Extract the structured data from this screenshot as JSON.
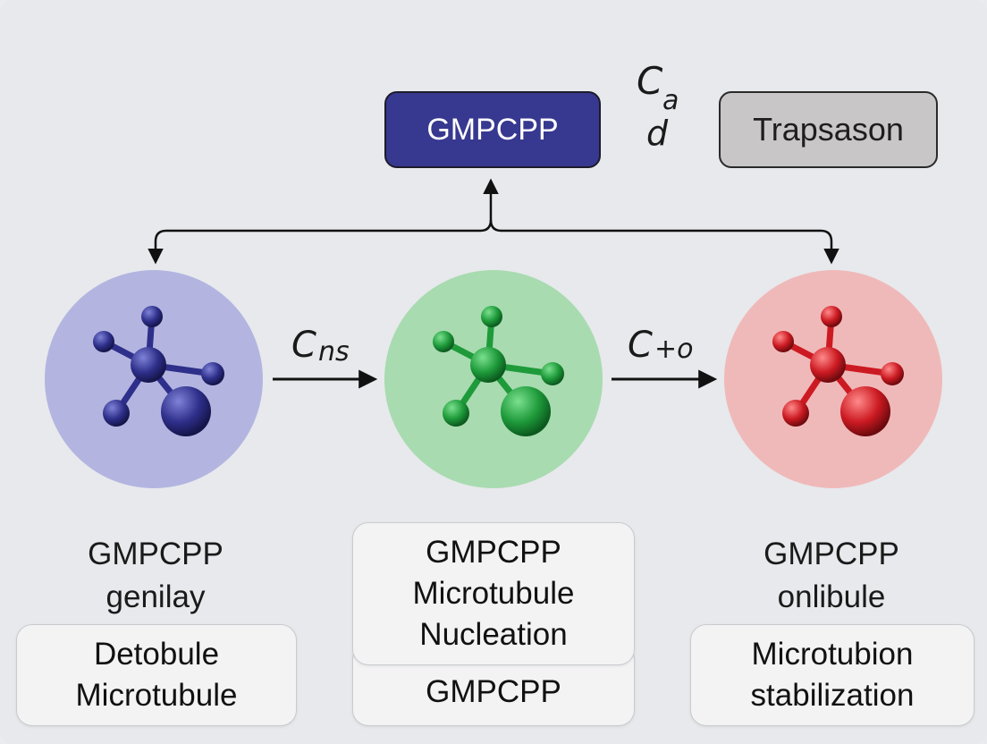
{
  "top": {
    "blue_box_label": "GMPCPP",
    "grey_box_label": "Trapsason",
    "math_label": {
      "letter": "C",
      "subscript": "a",
      "below": "d"
    }
  },
  "arrows": {
    "left_label": {
      "letter": "C",
      "subscript": "ns"
    },
    "right_label": {
      "letter": "C",
      "subscript": "+o"
    }
  },
  "molecules": [
    {
      "color": "#2e2f8a",
      "background": "#b3b5e0"
    },
    {
      "color": "#1e9a3a",
      "background": "#a8dbb0"
    },
    {
      "color": "#cc1a22",
      "background": "#f0b9b9"
    }
  ],
  "columns": {
    "left": {
      "title": "GMPCPP",
      "subtitle": "genilay",
      "card_line1": "Detobule",
      "card_line2": "Microtubule"
    },
    "middle": {
      "card_line1": "GMPCPP",
      "card_line2": "Microtubule",
      "card_line3": "Nucleation",
      "back_card": "GMPCPP"
    },
    "right": {
      "title": "GMPCPP",
      "subtitle": "onlibule",
      "card_line1": "Microtubion",
      "card_line2": "stabilization"
    }
  }
}
